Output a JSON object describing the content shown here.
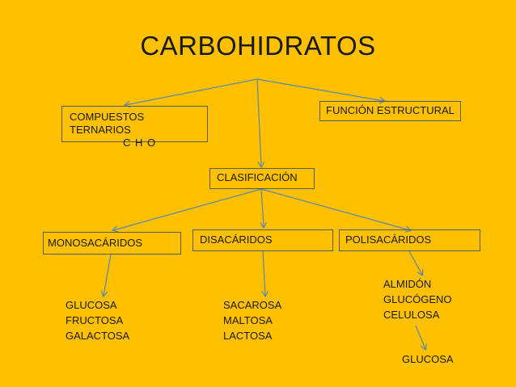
{
  "title": "CARBOHIDRATOS",
  "nodes": {
    "compuestos": {
      "line1": "COMPUESTOS TERNARIOS",
      "line2": "C H O"
    },
    "funcion": {
      "label": "FUNCIÓN ESTRUCTURAL"
    },
    "clasificacion": {
      "label": "CLASIFICACIÓN"
    },
    "monosacaridos": {
      "label": "MONOSACÁRIDOS"
    },
    "disacaridos": {
      "label": "DISACÁRIDOS"
    },
    "polisacaridos": {
      "label": "POLISACÁRIDOS"
    }
  },
  "lists": {
    "mono": [
      "GLUCOSA",
      "FRUCTOSA",
      "GALACTOSA"
    ],
    "di": [
      "SACAROSA",
      "MALTOSA",
      "LACTOSA"
    ],
    "poli": [
      "ALMIDÓN",
      "GLUCÓGENO",
      "CELULOSA"
    ]
  },
  "footer_item": "GLUCOSA",
  "colors": {
    "background": "#FFC000",
    "border": "#5a5a5a",
    "arrow": "#5b87a6"
  }
}
